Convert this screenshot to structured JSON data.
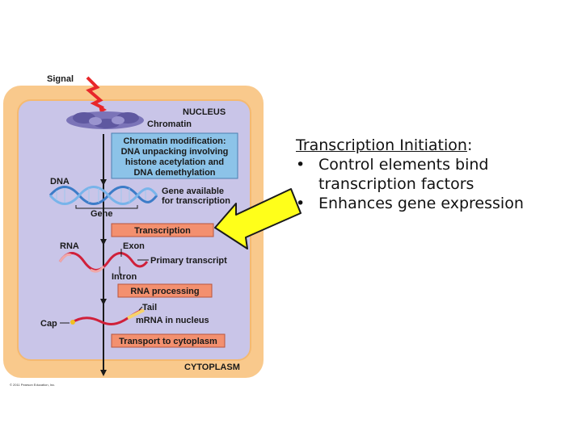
{
  "diagram": {
    "signal": "Signal",
    "nucleus": "NUCLEUS",
    "chromatin": "Chromatin",
    "chromatin_mod": [
      "Chromatin modification:",
      "DNA unpacking involving",
      "histone acetylation and",
      "DNA demethylation"
    ],
    "dna": "DNA",
    "gene_available": [
      "Gene available",
      "for transcription"
    ],
    "gene": "Gene",
    "transcription": "Transcription",
    "rna": "RNA",
    "exon": "Exon",
    "primary_transcript": "Primary transcript",
    "intron": "Intron",
    "rna_processing": "RNA processing",
    "tail": "Tail",
    "cap": "Cap",
    "mrna": "mRNA in nucleus",
    "transport": "Transport to cytoplasm",
    "cytoplasm": "CYTOPLASM",
    "copyright": "© 2011 Pearson Education, Inc."
  },
  "text": {
    "heading": "Transcription Initiation",
    "heading_colon": ":",
    "bullets": [
      "Control elements bind transcription factors",
      "Enhances gene expression"
    ],
    "bullet_char": "•"
  },
  "colors": {
    "cell": "#f9c98c",
    "nucleus": "#c9c5e8",
    "blue_box": "#8cc3e8",
    "salmon_box": "#f3906f",
    "arrow": "#ffff1a",
    "rna": "#d0203a",
    "signal": "#e8272a"
  }
}
